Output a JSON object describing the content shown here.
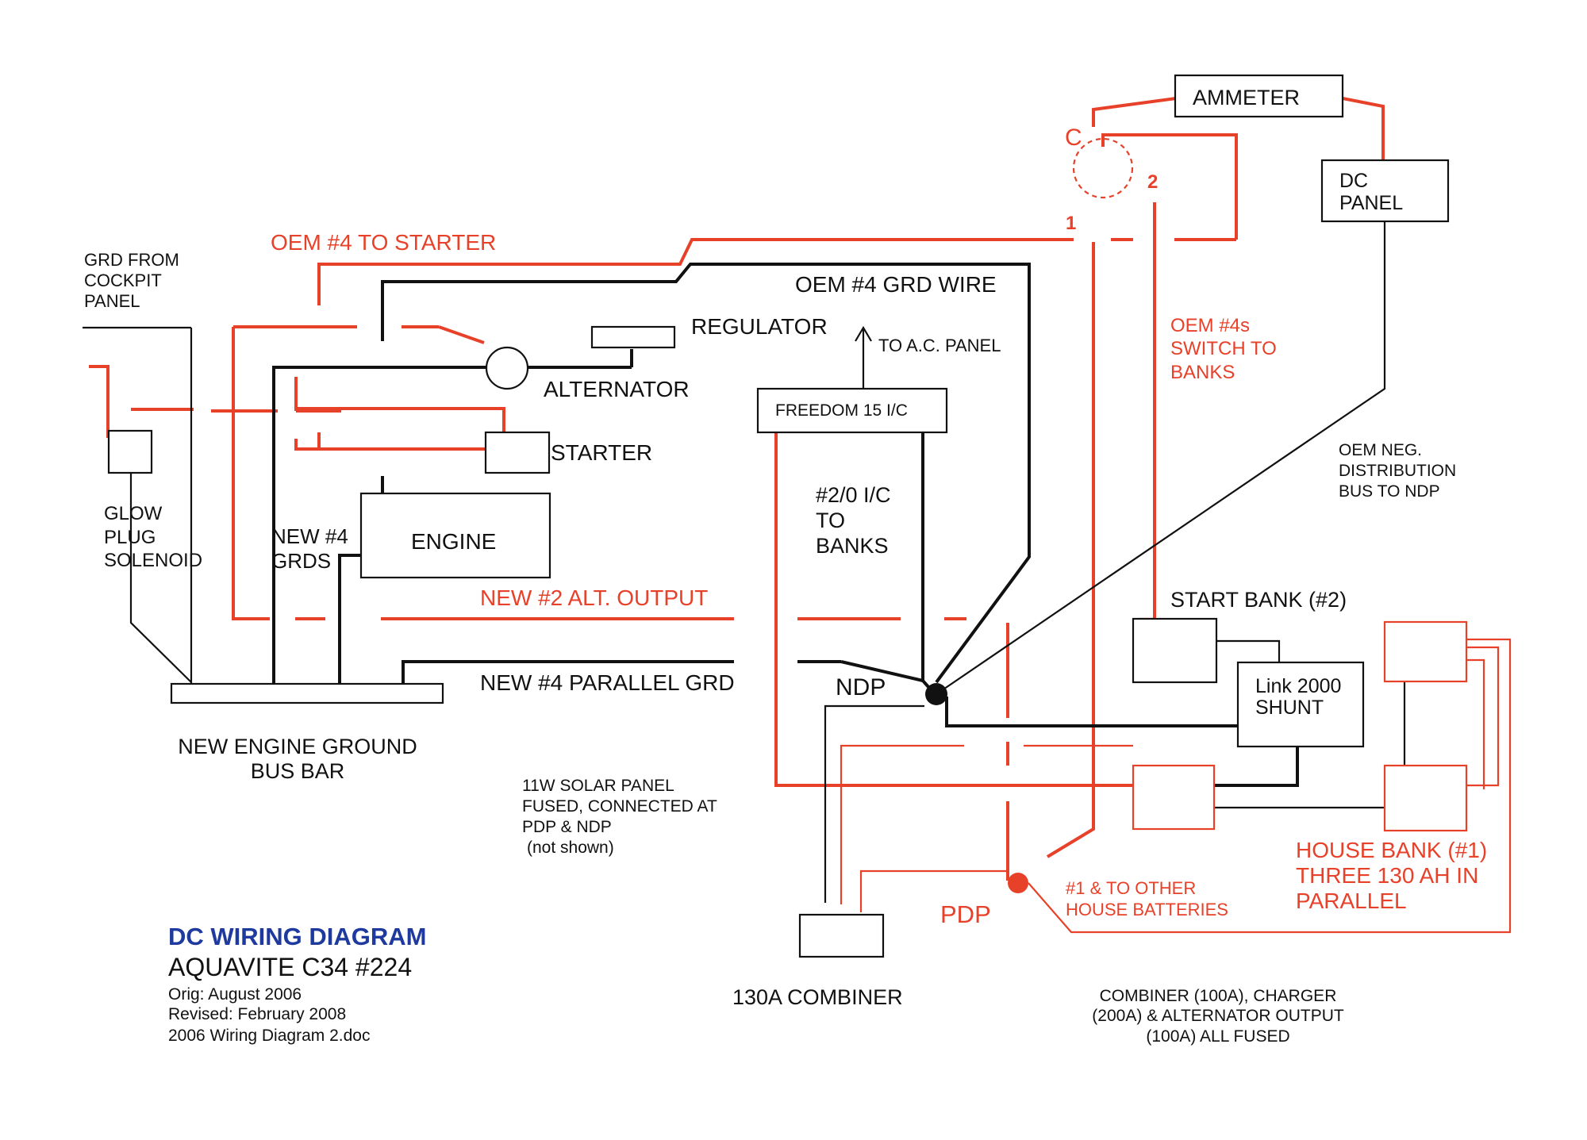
{
  "colors": {
    "red_wire": "#e8412a",
    "black_wire": "#111111",
    "title_blue": "#1f3a9e"
  },
  "labels": {
    "ammeter": "AMMETER",
    "dc_panel_1": "DC",
    "dc_panel_2": "PANEL",
    "c_label": "C",
    "switch_1": "1",
    "switch_2": "2",
    "oem4_starter": "OEM #4  TO STARTER",
    "grd_cockpit_1": "GRD FROM",
    "grd_cockpit_2": "COCKPIT",
    "grd_cockpit_3": "PANEL",
    "oem4_grd_wire": "OEM #4 GRD WIRE",
    "regulator": "REGULATOR",
    "to_ac_panel": "TO A.C. PANEL",
    "oem4s_1": "OEM #4s",
    "oem4s_2": "SWITCH TO",
    "oem4s_3": "BANKS",
    "alternator": "ALTERNATOR",
    "freedom": "FREEDOM 15 I/C",
    "starter": "STARTER",
    "oem_neg_1": "OEM NEG.",
    "oem_neg_2": "DISTRIBUTION",
    "oem_neg_3": "BUS TO NDP",
    "glow_1": "GLOW",
    "glow_2": "PLUG",
    "glow_3": "SOLENOID",
    "new4_grds_1": "NEW #4",
    "new4_grds_2": "GRDS",
    "engine": "ENGINE",
    "i20_1": "#2/0 I/C",
    "i20_2": "TO",
    "i20_3": "BANKS",
    "new2_alt": "NEW #2 ALT. OUTPUT",
    "start_bank": "START BANK (#2)",
    "new4_parallel": "NEW #4 PARALLEL GRD",
    "ndp": "NDP",
    "link_1": "Link 2000",
    "link_2": "SHUNT",
    "bus_bar_1": "NEW ENGINE GROUND",
    "bus_bar_2": "BUS BAR",
    "solar_1": "11W SOLAR PANEL",
    "solar_2": "FUSED, CONNECTED AT",
    "solar_3": "PDP & NDP",
    "solar_4": "(not shown)",
    "house_1": "HOUSE BANK (#1)",
    "house_2": "THREE 130 AH IN",
    "house_3": "PARALLEL",
    "pdp": "PDP",
    "other_house_1": "#1 & TO OTHER",
    "other_house_2": "HOUSE BATTERIES",
    "combiner": "130A COMBINER",
    "fused_1": "COMBINER (100A), CHARGER",
    "fused_2": "(200A)  &  ALTERNATOR OUTPUT",
    "fused_3": "(100A) ALL FUSED"
  },
  "title_block": {
    "title": "DC WIRING DIAGRAM",
    "boat": "AQUAVITE  C34  #224",
    "orig": "Orig:  August  2006",
    "revised": "Revised:  February 2008",
    "file": "2006 Wiring Diagram 2.doc"
  }
}
